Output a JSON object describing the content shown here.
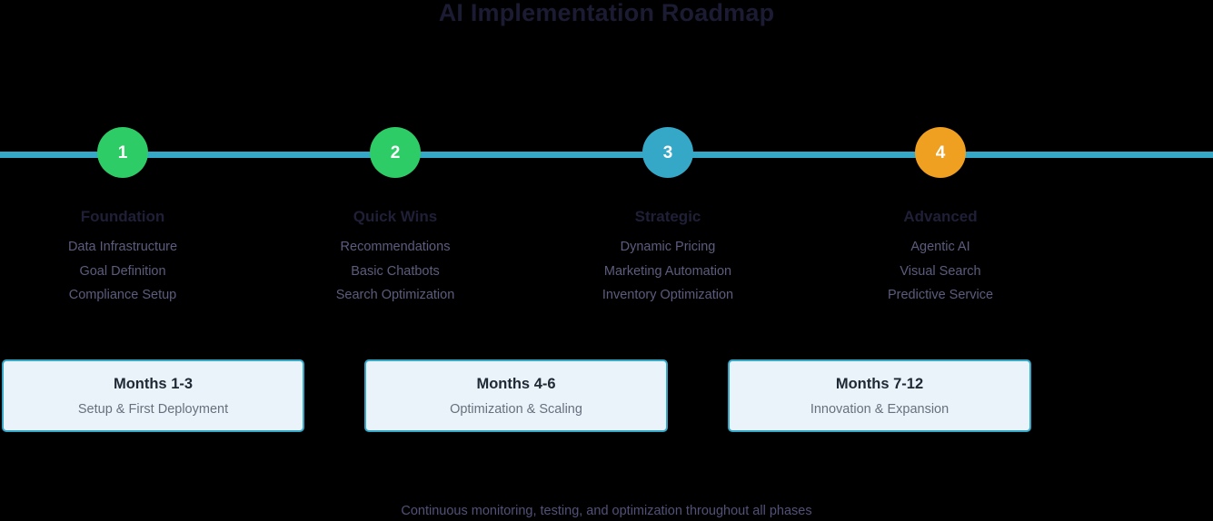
{
  "title": "AI Implementation Roadmap",
  "colors": {
    "background": "#000000",
    "timeline_line": "#35a8c8",
    "title_text": "#1b1b33",
    "phase_name_text": "#1f1f38",
    "phase_item_text": "#5c5c7e",
    "box_fill": "#eaf2fa",
    "box_border": "#35a8c8",
    "box_title_text": "#1f2933",
    "box_subtitle_text": "#68707d",
    "footer_text": "#51517a",
    "marker_1": "#2ecc66",
    "marker_2": "#2ecc66",
    "marker_3": "#35a8c8",
    "marker_4": "#efa020"
  },
  "phases": [
    {
      "number": "1",
      "name": "Foundation",
      "marker_color": "#2ecc66",
      "items": [
        "Data Infrastructure",
        "Goal Definition",
        "Compliance Setup"
      ]
    },
    {
      "number": "2",
      "name": "Quick Wins",
      "marker_color": "#2ecc66",
      "items": [
        "Recommendations",
        "Basic Chatbots",
        "Search Optimization"
      ]
    },
    {
      "number": "3",
      "name": "Strategic",
      "marker_color": "#35a8c8",
      "items": [
        "Dynamic Pricing",
        "Marketing Automation",
        "Inventory Optimization"
      ]
    },
    {
      "number": "4",
      "name": "Advanced",
      "marker_color": "#efa020",
      "items": [
        "Agentic AI",
        "Visual Search",
        "Predictive Service"
      ]
    }
  ],
  "periods": [
    {
      "title": "Months 1-3",
      "subtitle": "Setup & First Deployment"
    },
    {
      "title": "Months 4-6",
      "subtitle": "Optimization & Scaling"
    },
    {
      "title": "Months 7-12",
      "subtitle": "Innovation & Expansion"
    }
  ],
  "footer": "Continuous monitoring, testing, and optimization throughout all phases"
}
